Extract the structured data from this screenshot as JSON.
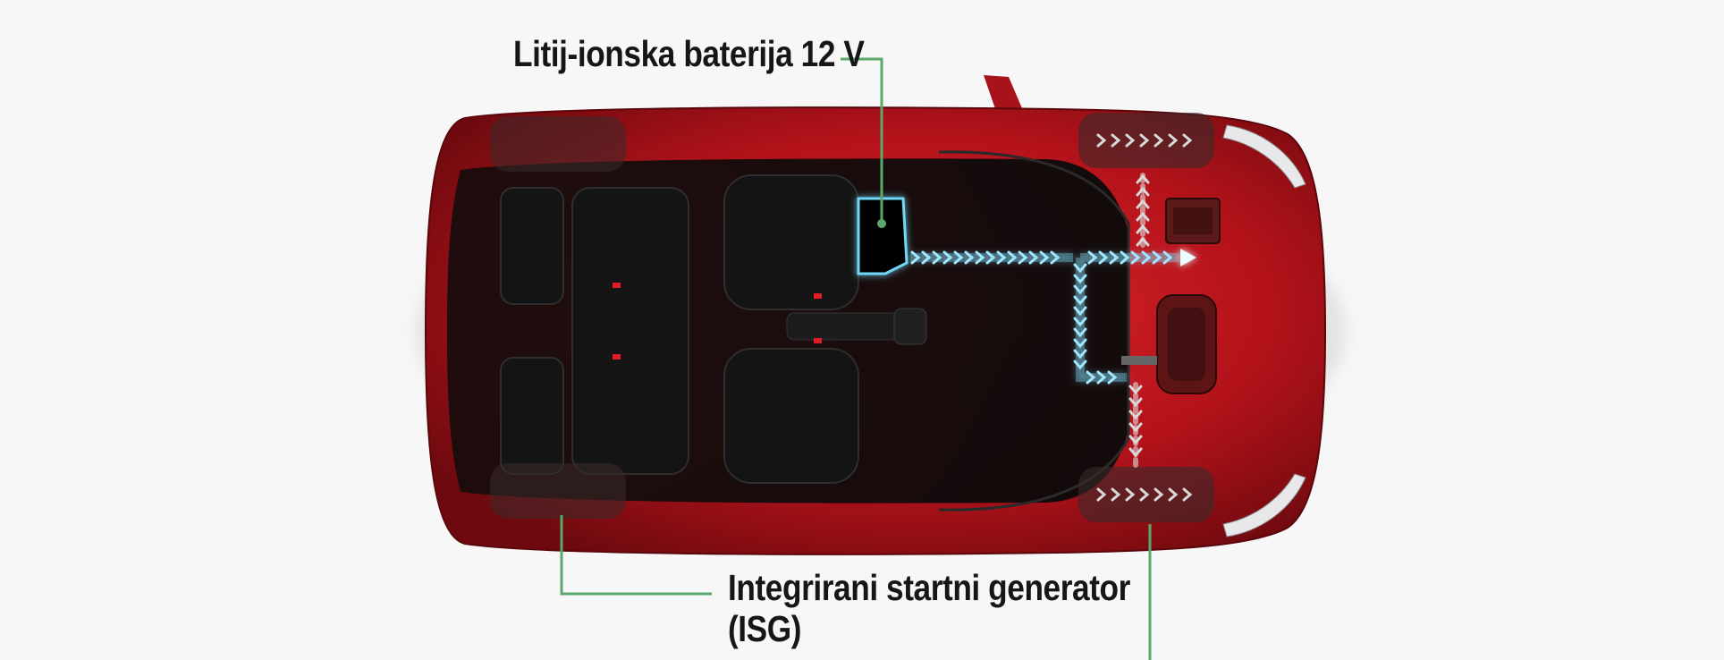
{
  "labels": {
    "battery": "Litij-ionska baterija 12 V",
    "isg_line1": "Integrirani startni generator",
    "isg_line2": "(ISG)"
  },
  "colors": {
    "background": "#f7f7f7",
    "car_body": "#c0141c",
    "leader_line": "#5aa86a",
    "energy_flow": "#9fe8ff",
    "wheel_flow": "#d8d8d8"
  },
  "icons": {
    "car": "car-top-view-icon",
    "battery": "battery-icon",
    "isg": "generator-icon",
    "flow": "chevron-arrow-icon"
  }
}
